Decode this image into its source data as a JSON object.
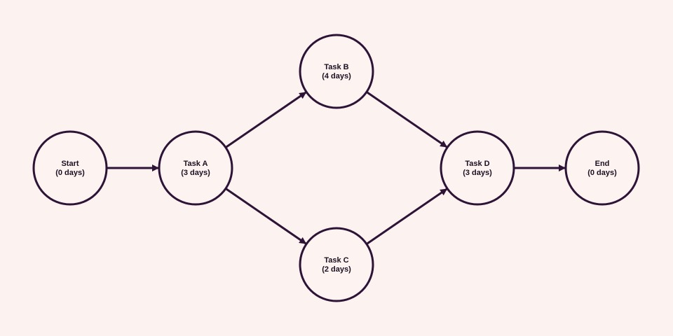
{
  "colors": {
    "background": "#fcf2f0",
    "stroke": "#2d1436",
    "node_fill": "#fdf3f1",
    "text": "#1a1020"
  },
  "nodes": [
    {
      "id": "start",
      "name": "Start",
      "duration": "(0 days)"
    },
    {
      "id": "task-a",
      "name": "Task A",
      "duration": "(3 days)"
    },
    {
      "id": "task-b",
      "name": "Task B",
      "duration": "(4 days)"
    },
    {
      "id": "task-c",
      "name": "Task C",
      "duration": "(2 days)"
    },
    {
      "id": "task-d",
      "name": "Task D",
      "duration": "(3 days)"
    },
    {
      "id": "end",
      "name": "End",
      "duration": "(0 days)"
    }
  ],
  "edges": [
    {
      "from": "start",
      "to": "task-a"
    },
    {
      "from": "task-a",
      "to": "task-b"
    },
    {
      "from": "task-a",
      "to": "task-c"
    },
    {
      "from": "task-b",
      "to": "task-d"
    },
    {
      "from": "task-c",
      "to": "task-d"
    },
    {
      "from": "task-d",
      "to": "end"
    }
  ]
}
